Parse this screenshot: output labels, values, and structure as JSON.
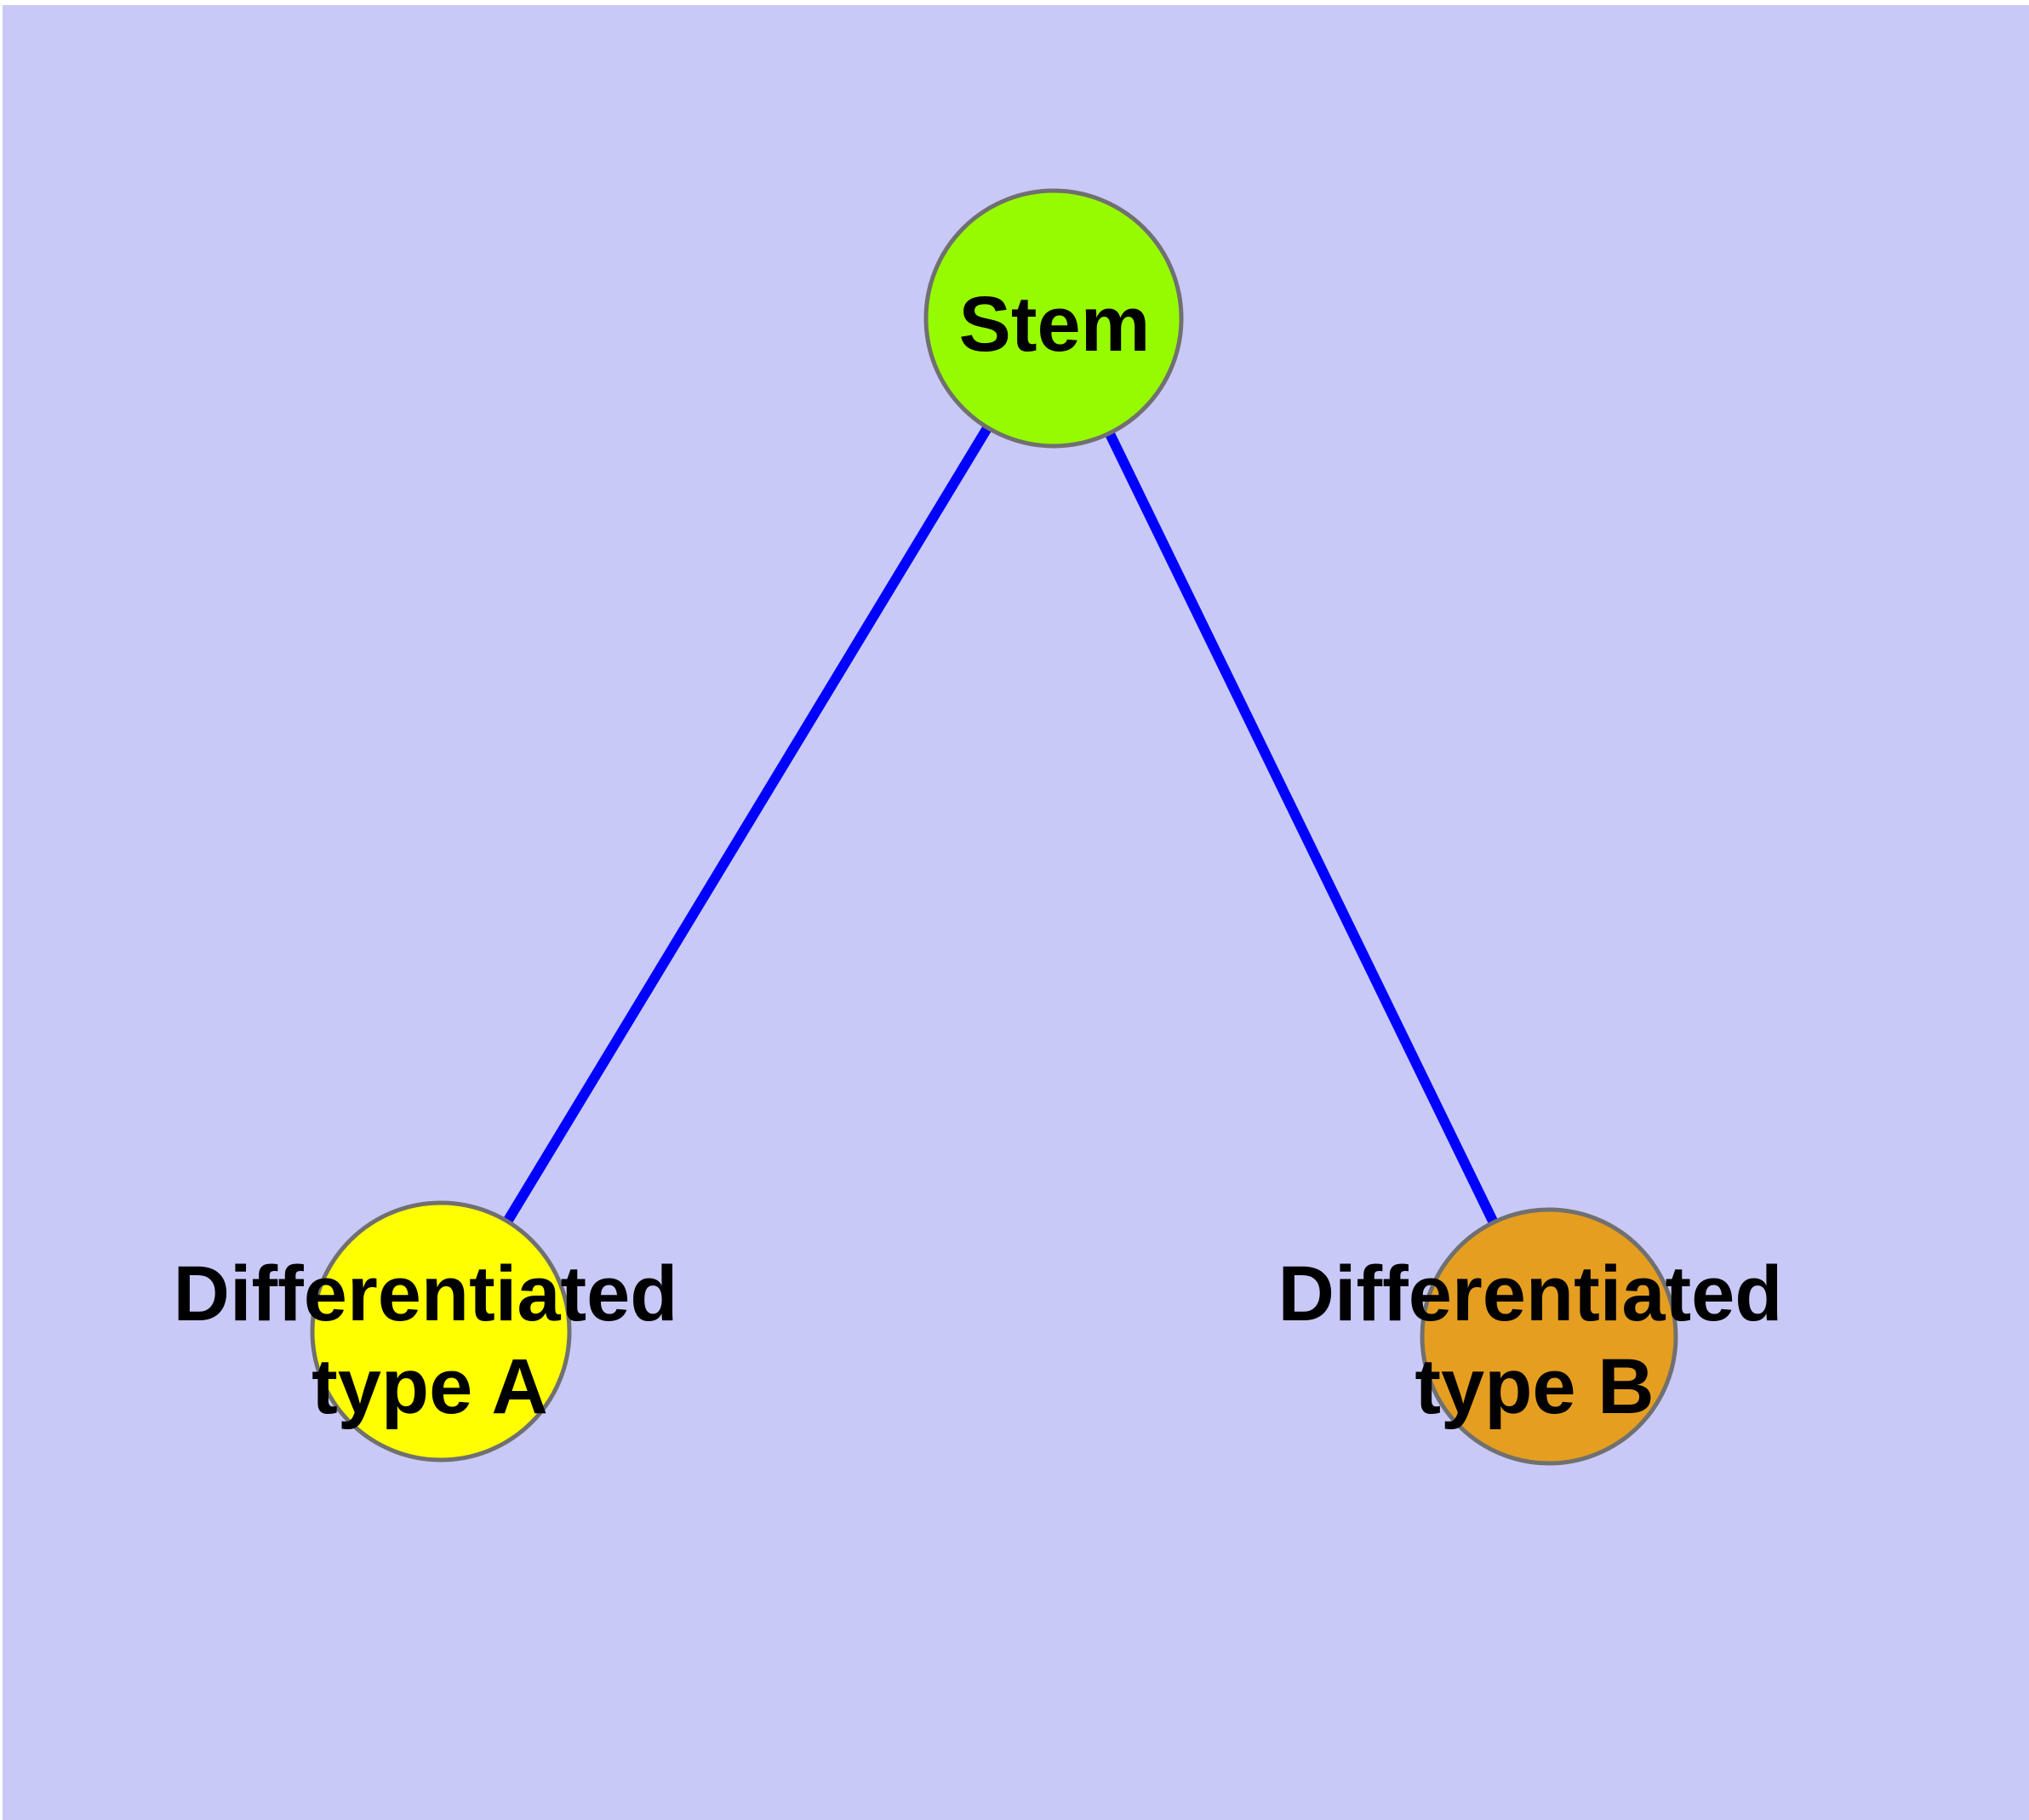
{
  "diagram": {
    "type": "node-link-graph",
    "description": "Cell differentiation hierarchy: a Stem node linked to two differentiated cell type nodes",
    "background_color": "#C9C9F8",
    "page_margin_color": "#ffffff",
    "edge_color": "#0000FF",
    "node_border_color": "#707070",
    "label_color": "#000000",
    "nodes": [
      {
        "id": "stem",
        "label": "Stem",
        "line1": "Stem",
        "line2": "",
        "fill": "#97FB00"
      },
      {
        "id": "type_a",
        "label": "Differentiated type A",
        "line1": "Differentiated",
        "line2": "type A",
        "fill": "#FFFF00"
      },
      {
        "id": "type_b",
        "label": "Differentiated type B",
        "line1": "Differentiated",
        "line2": "type B",
        "fill": "#E59E20"
      }
    ],
    "edges": [
      {
        "from": "Stem",
        "to": "Differentiated type A"
      },
      {
        "from": "Stem",
        "to": "Differentiated type B"
      }
    ]
  }
}
